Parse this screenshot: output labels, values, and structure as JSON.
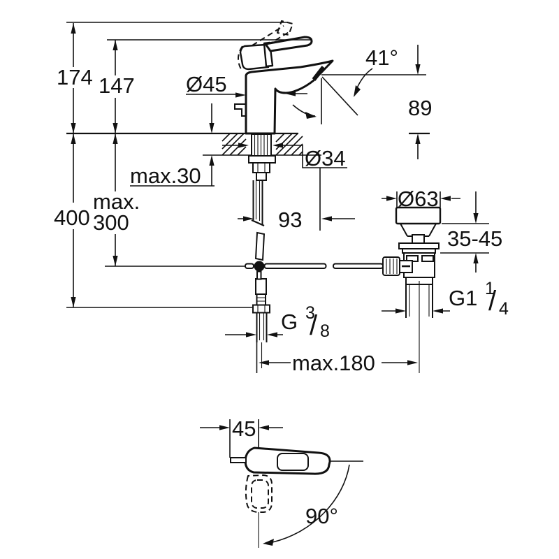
{
  "page": {
    "background": "#ffffff",
    "ink": "#111111"
  },
  "drawing": {
    "kind": "technical dimension drawing",
    "subject": "single-lever basin mixer with pop-up waste; side installation view and handle plan view",
    "units": "mm",
    "dims": {
      "total_height": "174",
      "height_to_spout_tip": "147",
      "body_diameter": "Ø45",
      "spout_angle": "41°",
      "outlet_height": "89",
      "max_deck_thickness": "max.30",
      "deck_hole_diameter": "Ø34",
      "supply_length": "400",
      "rod_max_prefix": "max.",
      "rod_max_value": "300",
      "spout_reach": "93",
      "waste_flange_diameter": "Ø63",
      "waste_deck_range": "35-45",
      "waste_thread": {
        "base": "G1",
        "sup": "1",
        "slash": "/",
        "sub": "4"
      },
      "supply_thread": {
        "base": "G",
        "sup": "3",
        "slash": "/",
        "sub": "8"
      },
      "max_waste_offset": "max.180",
      "handle_projection": "45",
      "handle_swing": "90°"
    }
  }
}
